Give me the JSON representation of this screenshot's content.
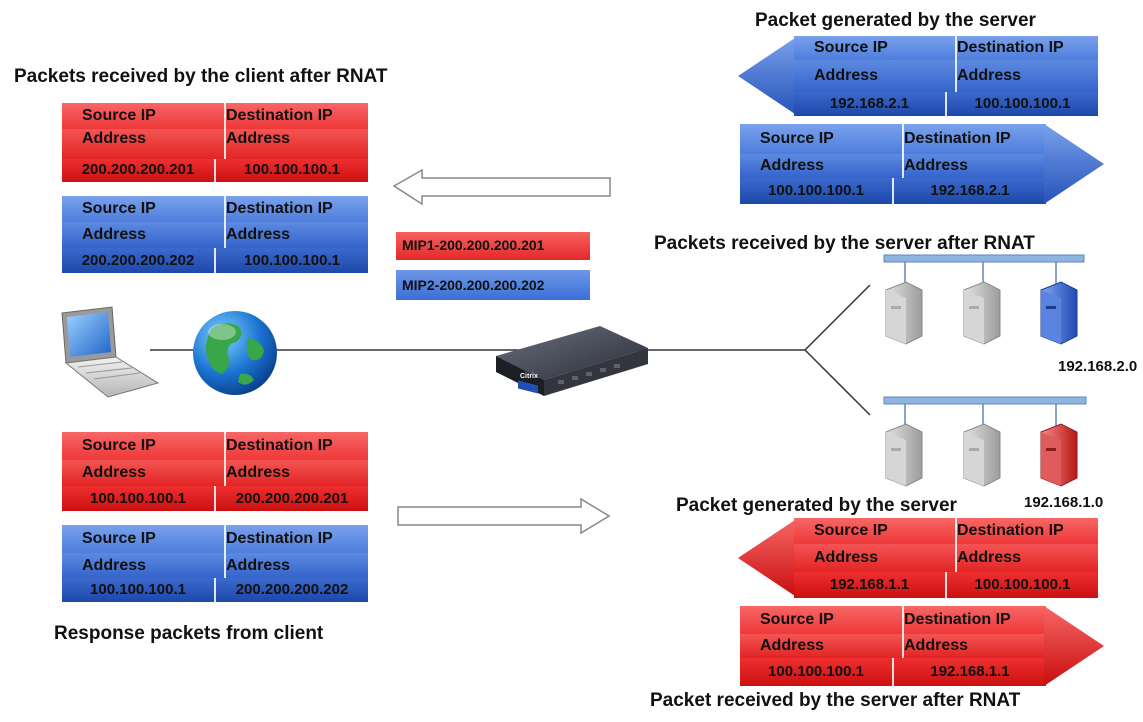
{
  "titles": {
    "client_after_rnat": "Packets received by the client after RNAT",
    "server_generated_top": "Packet generated by the server",
    "server_after_rnat_plural": "Packets received by the server after RNAT",
    "response_from_client": "Response packets from client",
    "server_generated_bottom": "Packet generated by the server",
    "server_after_rnat_single": "Packet received by the server after RNAT"
  },
  "headers": {
    "source": "Source IP",
    "destination": "Destination IP",
    "address": "Address"
  },
  "packets": {
    "client_red": {
      "source": "200.200.200.201",
      "destination": "100.100.100.1"
    },
    "client_blue": {
      "source": "200.200.200.202",
      "destination": "100.100.100.1"
    },
    "resp_red": {
      "source": "100.100.100.1",
      "destination": "200.200.200.201"
    },
    "resp_blue": {
      "source": "100.100.100.1",
      "destination": "200.200.200.202"
    },
    "server_blue_out": {
      "source": "192.168.2.1",
      "destination": "100.100.100.1"
    },
    "server_blue_in": {
      "source": "100.100.100.1",
      "destination": "192.168.2.1"
    },
    "server_red_out": {
      "source": "192.168.1.1",
      "destination": "100.100.100.1"
    },
    "server_red_in": {
      "source": "100.100.100.1",
      "destination": "192.168.1.1"
    }
  },
  "mips": {
    "mip1": "MIP1-200.200.200.201",
    "mip2": "MIP2-200.200.200.202"
  },
  "subnets": {
    "blue": "192.168.2.0",
    "red": "192.168.1.0"
  },
  "device_logo": "Citrix",
  "colors": {
    "red": "#e32a2a",
    "blue": "#3b6fd6",
    "line": "#333333",
    "bus": "#8fb4e0"
  },
  "icons": [
    "laptop-icon",
    "globe-icon",
    "appliance-icon",
    "server-icon"
  ]
}
